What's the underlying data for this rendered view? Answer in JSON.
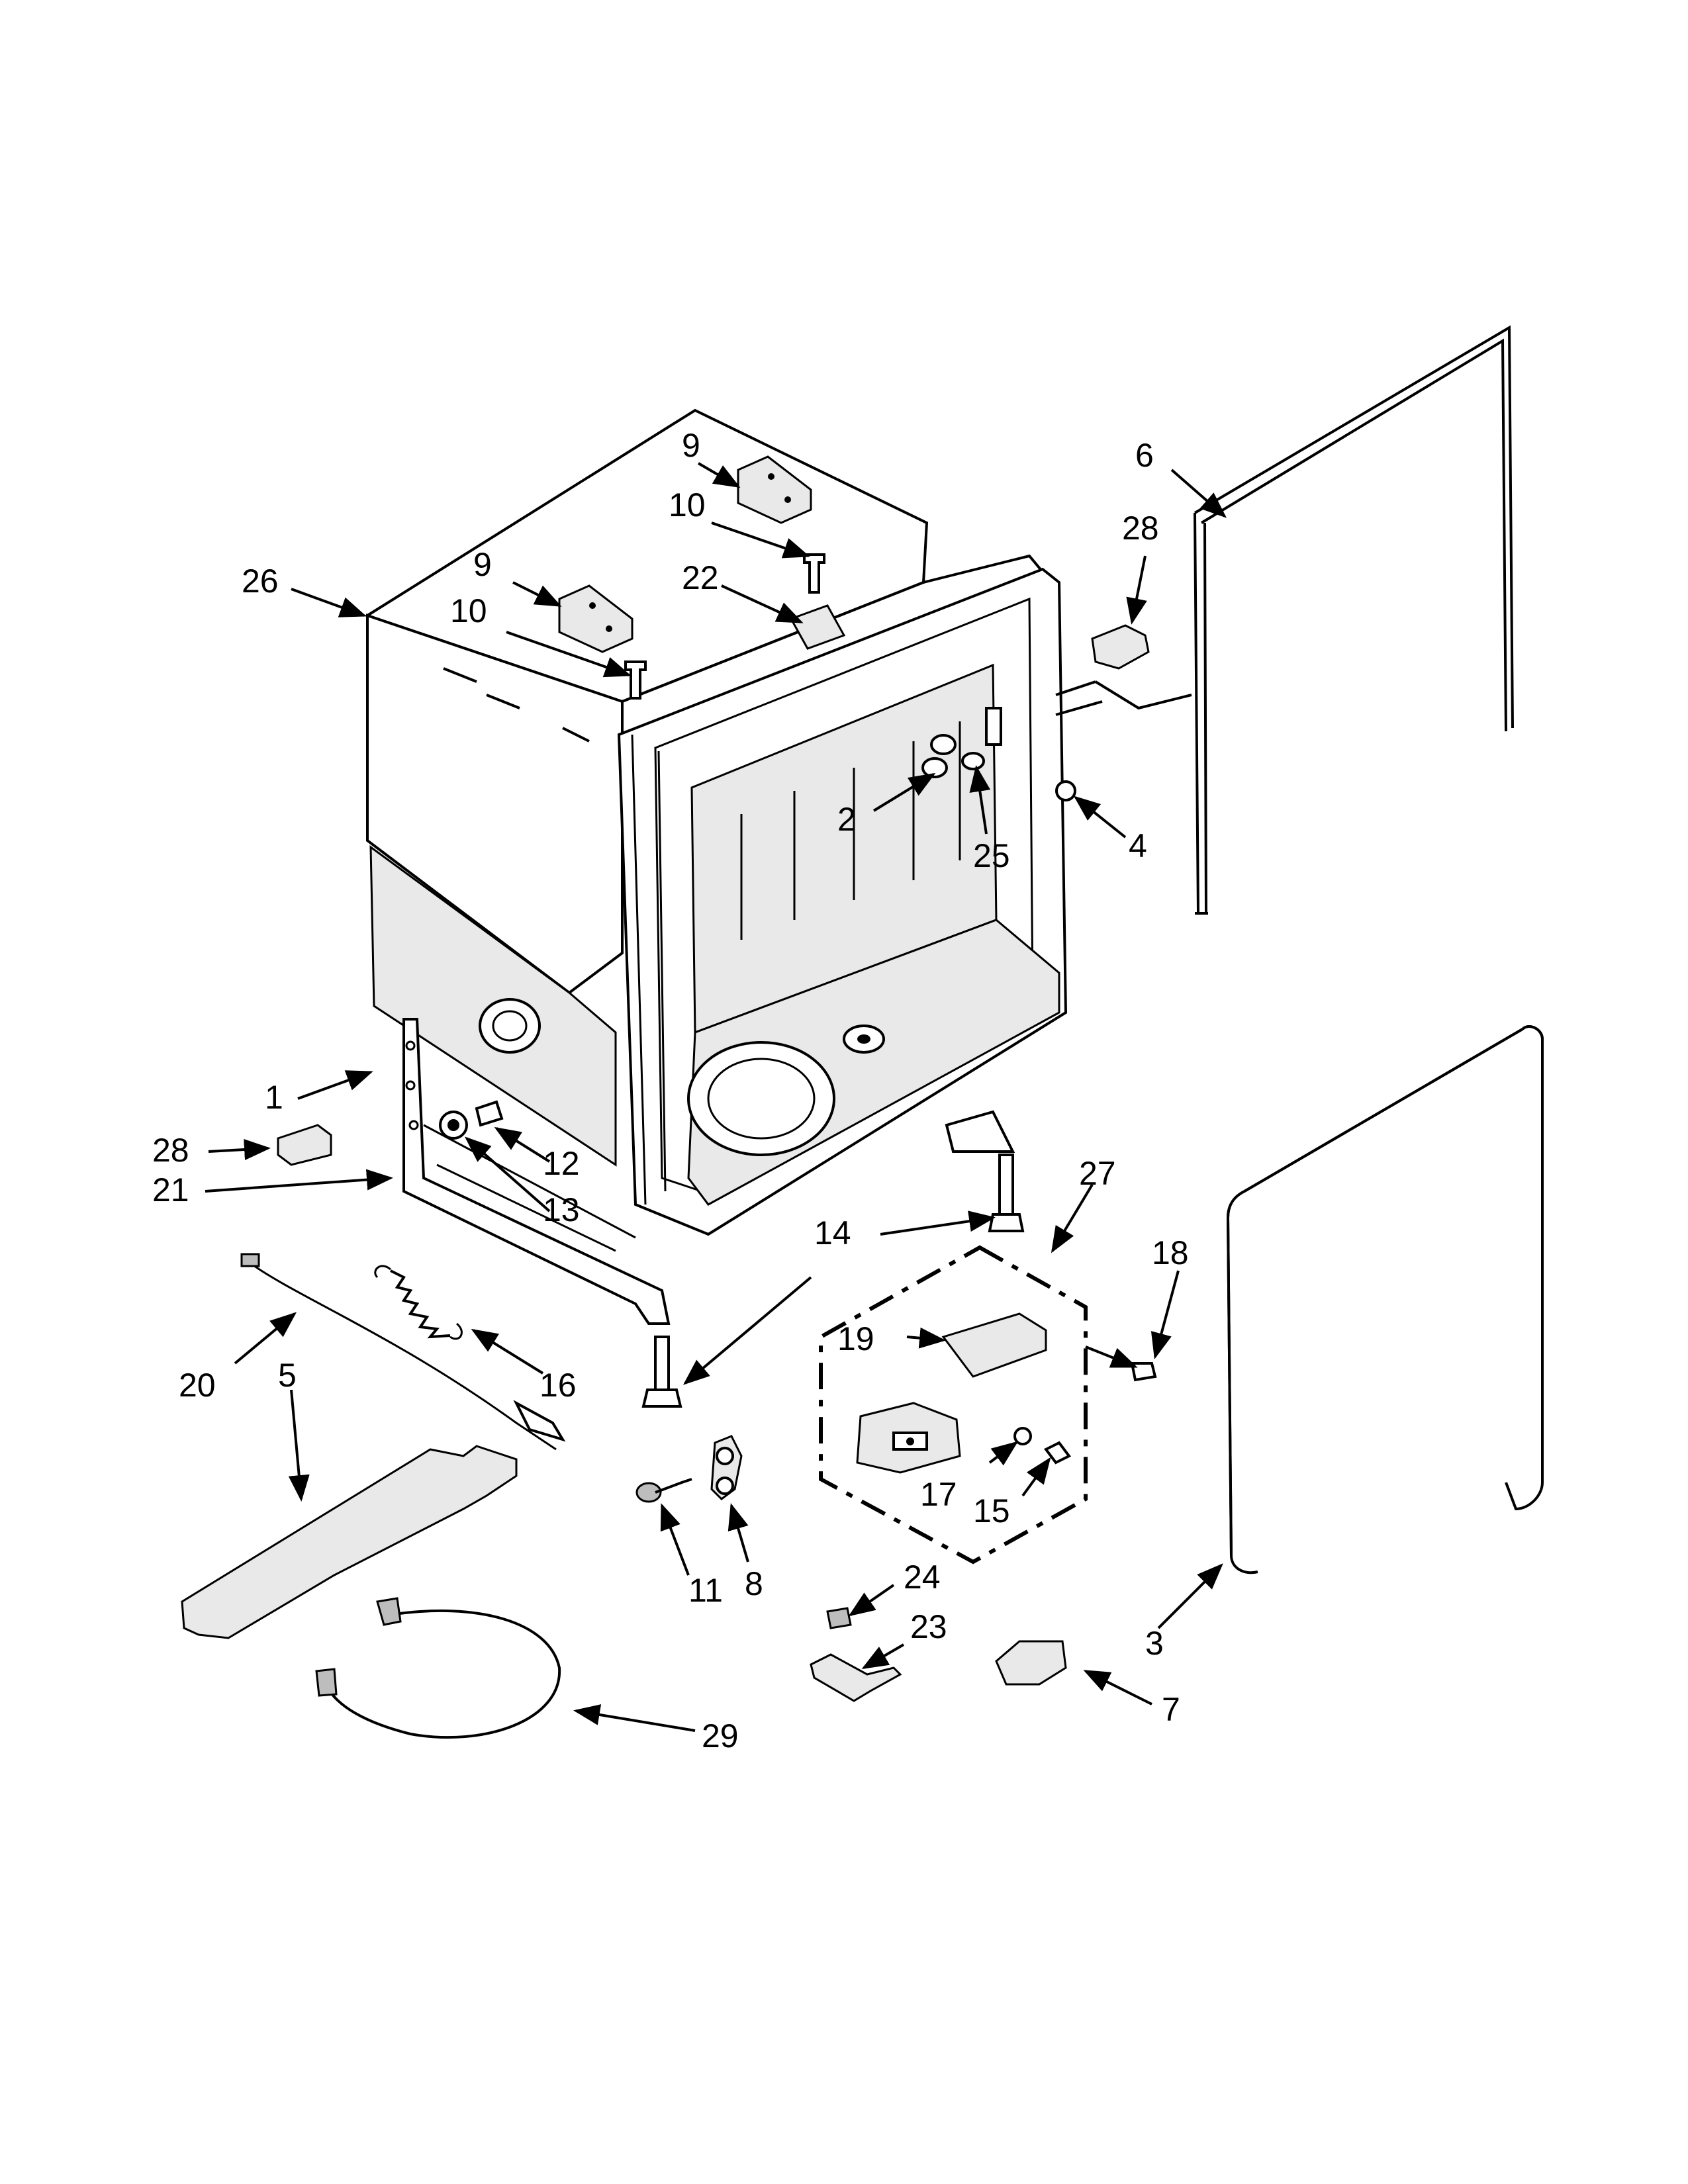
{
  "callouts": [
    {
      "id": "c1",
      "text": "1"
    },
    {
      "id": "c2",
      "text": "2"
    },
    {
      "id": "c3",
      "text": "3"
    },
    {
      "id": "c4",
      "text": "4"
    },
    {
      "id": "c5",
      "text": "5"
    },
    {
      "id": "c6",
      "text": "6"
    },
    {
      "id": "c7",
      "text": "7"
    },
    {
      "id": "c8",
      "text": "8"
    },
    {
      "id": "c9a",
      "text": "9"
    },
    {
      "id": "c9b",
      "text": "9"
    },
    {
      "id": "c10a",
      "text": "10"
    },
    {
      "id": "c10b",
      "text": "10"
    },
    {
      "id": "c11",
      "text": "11"
    },
    {
      "id": "c12",
      "text": "12"
    },
    {
      "id": "c13",
      "text": "13"
    },
    {
      "id": "c14",
      "text": "14"
    },
    {
      "id": "c15",
      "text": "15"
    },
    {
      "id": "c16",
      "text": "16"
    },
    {
      "id": "c17",
      "text": "17"
    },
    {
      "id": "c18",
      "text": "18"
    },
    {
      "id": "c19",
      "text": "19"
    },
    {
      "id": "c20",
      "text": "20"
    },
    {
      "id": "c21",
      "text": "21"
    },
    {
      "id": "c22",
      "text": "22"
    },
    {
      "id": "c23",
      "text": "23"
    },
    {
      "id": "c24",
      "text": "24"
    },
    {
      "id": "c25",
      "text": "25"
    },
    {
      "id": "c26",
      "text": "26"
    },
    {
      "id": "c27",
      "text": "27"
    },
    {
      "id": "c28a",
      "text": "28"
    },
    {
      "id": "c28b",
      "text": "28"
    },
    {
      "id": "c29",
      "text": "29"
    }
  ],
  "colors": {
    "line": "#000000",
    "background": "#ffffff",
    "shade": "#e9e9e9"
  }
}
